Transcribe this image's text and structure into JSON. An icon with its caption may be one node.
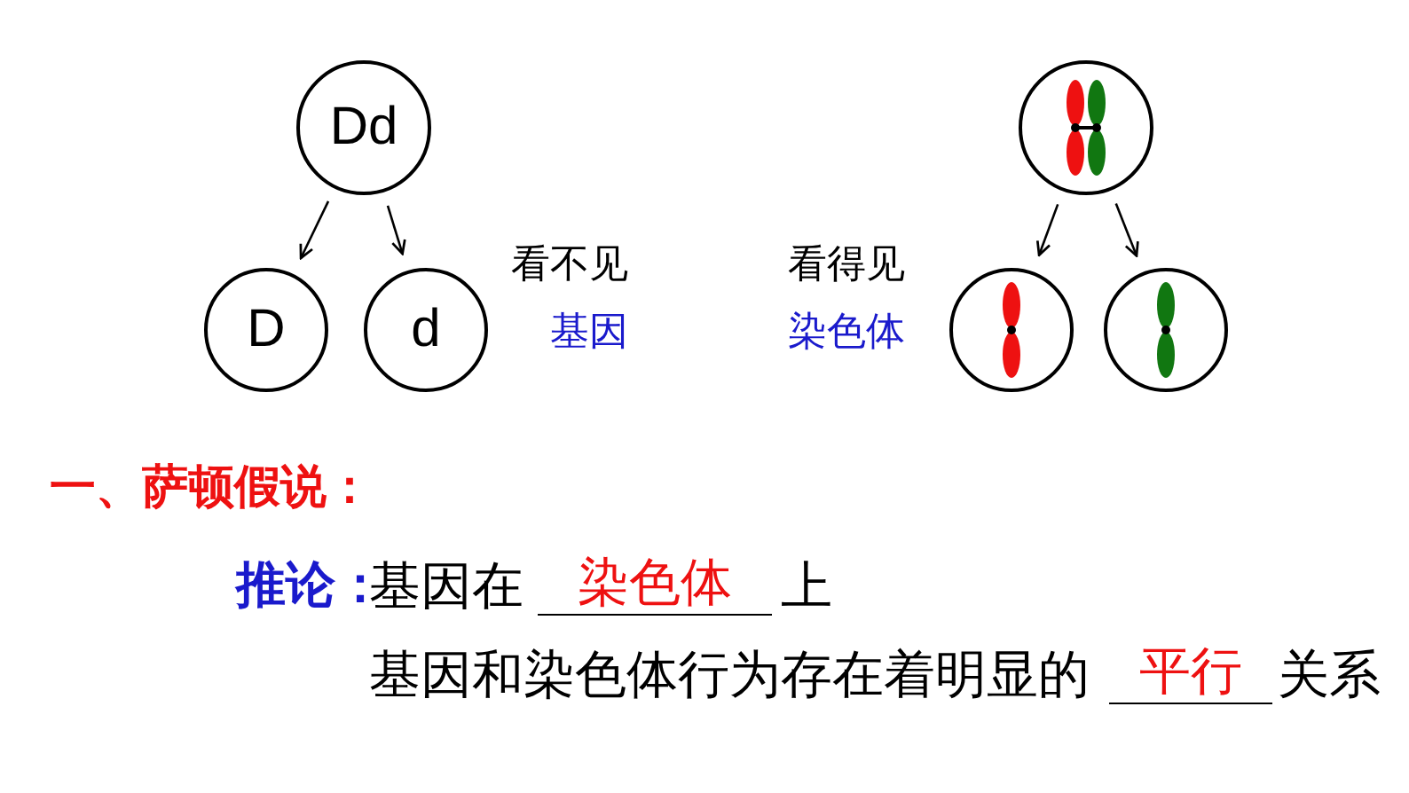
{
  "diagram": {
    "nodes": [
      {
        "text": [
          "Dd"
        ]
      },
      {
        "text": [
          "D"
        ]
      },
      {
        "text": [
          "d"
        ]
      },
      {
        "text": [],
        "shape": "circle"
      },
      {
        "text": [],
        "shape": "circle"
      },
      {
        "text": [],
        "shape": "circle"
      }
    ],
    "edges": [
      {
        "from": 0,
        "to": 1,
        "arrow": "to"
      },
      {
        "from": 0,
        "to": 2,
        "arrow": "to"
      },
      {
        "from": 3,
        "to": 4,
        "arrow": "to"
      },
      {
        "from": 3,
        "to": 5,
        "arrow": "to"
      }
    ],
    "labels": [
      "看不见",
      "基因",
      "看得见",
      "染色体",
      "一、萨顿假说：",
      "推论：",
      "基因在",
      "染色体",
      "上",
      "基因和染色体行为存在着明显的",
      "平行",
      "关系"
    ]
  }
}
